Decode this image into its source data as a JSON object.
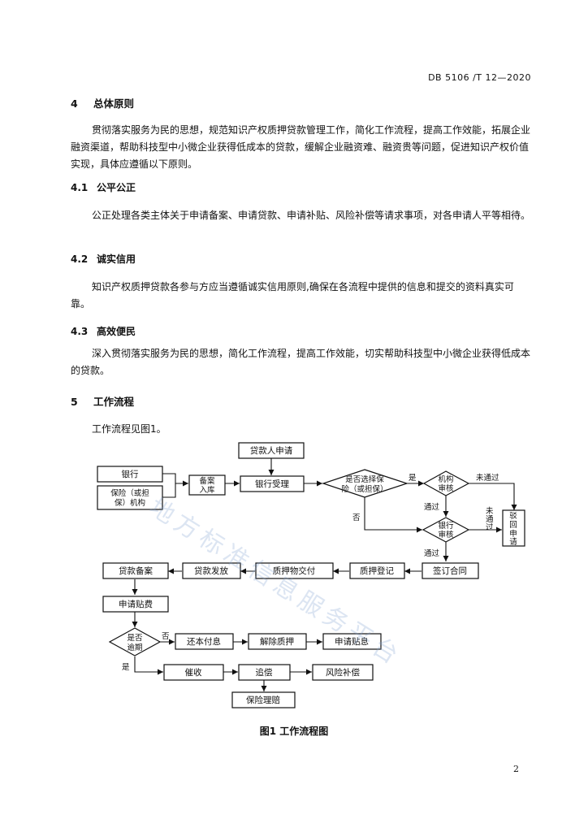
{
  "header": {
    "std_no": "DB 5106 /T 12—2020"
  },
  "sec4": {
    "num": "4",
    "title": "总体原则",
    "text": "贯彻落实服务为民的思想，规范知识产权质押贷款管理工作，简化工作流程，提高工作效能，拓展企业融资渠道，帮助科技型中小微企业获得低成本的贷款，缓解企业融资难、融资贵等问题，促进知识产权价值实现，具体应遵循以下原则。"
  },
  "sec41": {
    "num": "4.1",
    "title": "公平公正",
    "text": "公正处理各类主体关于申请备案、申请贷款、申请补贴、风险补偿等请求事项，对各申请人平等相待。"
  },
  "sec42": {
    "num": "4.2",
    "title": "诚实信用",
    "text": "知识产权质押贷款各参与方应当遵循诚实信用原则,确保在各流程中提供的信息和提交的资料真实可靠。"
  },
  "sec43": {
    "num": "4.3",
    "title": "高效便民",
    "text": "深入贯彻落实服务为民的思想，简化工作流程，提高工作效能，切实帮助科技型中小微企业获得低成本的贷款。"
  },
  "sec5": {
    "num": "5",
    "title": "工作流程",
    "text": "工作流程见图1。"
  },
  "flow": {
    "applicant": "贷款人申请",
    "bank": "银行",
    "insurer": [
      "保险（或担",
      "保）机构"
    ],
    "filing": [
      "备案",
      "入库"
    ],
    "bank_accept": "银行受理",
    "choose": [
      "是否选择保",
      "险（或担保）"
    ],
    "inst_review": [
      "机构",
      "审核"
    ],
    "bank_review": [
      "银行",
      "审核"
    ],
    "reject": [
      "驳",
      "回",
      "申",
      "请"
    ],
    "sign": "签订合同",
    "pledge_reg": "质押登记",
    "pledge_deliver": "质押物交付",
    "loan_release": "贷款发放",
    "loan_filing": "贷款备案",
    "subsidy": "申请贴费",
    "overdue": [
      "是否",
      "逾期"
    ],
    "repay": "还本付息",
    "release_pledge": "解除质押",
    "interest_subsidy": "申请贴息",
    "collect": "催收",
    "recover": "追偿",
    "risk_comp": "风险补偿",
    "claims": "保险理赔",
    "yes": "是",
    "no": "否",
    "pass": "通过",
    "fail": "未通过",
    "fail_v": [
      "未",
      "通",
      "过"
    ]
  },
  "watermark": "地方标准信息服务平台",
  "caption": "图1   工作流程图",
  "page_no": "2"
}
